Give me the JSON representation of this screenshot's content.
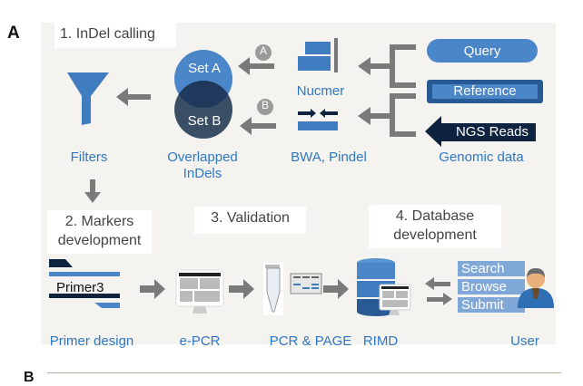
{
  "panel_a": {
    "letter": "A",
    "steps": {
      "s1": "1. InDel calling",
      "s2_l1": "2. Markers",
      "s2_l2": "development",
      "s3": "3. Validation",
      "s4_l1": "4. Database",
      "s4_l2": "development"
    },
    "nodes": {
      "filters": "Filters",
      "overlapped_l1": "Overlapped",
      "overlapped_l2": "InDels",
      "set_a": "Set A",
      "set_b": "Set B",
      "nucmer": "Nucmer",
      "bwa": "BWA, Pindel",
      "genomic": "Genomic  data",
      "query": "Query",
      "reference": "Reference",
      "ngs": "NGS Reads",
      "primer3": "Primer3",
      "primer_design": "Primer  design",
      "epcr": "e-PCR",
      "pcr_page": "PCR & PAGE",
      "rimd": "RIMD",
      "user": "User",
      "search": "Search",
      "browse": "Browse",
      "submit": "Submit"
    },
    "badges": {
      "a": "A",
      "b": "B"
    }
  },
  "panel_b": {
    "letter": "B"
  },
  "colors": {
    "blue": "#4a86c8",
    "dark_blue": "#1e3556",
    "navy": "#0e2340",
    "label_blue": "#2f78c4",
    "arrow_gray": "#7a7a7a",
    "panel_bg": "#f4f3ef"
  }
}
